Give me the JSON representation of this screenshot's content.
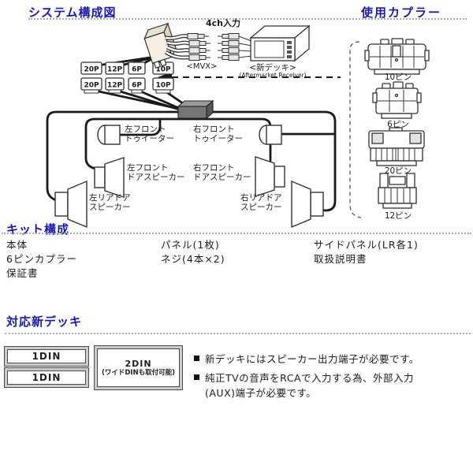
{
  "headings": {
    "system_diagram": "システム構成図",
    "used_couplers": "使用カプラー",
    "kit_contents": "キット構成",
    "compatible_decks": "対応新デッキ"
  },
  "diagram": {
    "ch_input": "4ch入力",
    "mvx": "<MVX>",
    "deck": "<新デッキ>",
    "deck_en": "(Aftermarket Receiver)",
    "plugs_top": [
      "20P",
      "12P",
      "6P",
      "10P"
    ],
    "plugs_bottom": [
      "20P",
      "12P",
      "6P",
      "10P"
    ],
    "speakers": {
      "lft": [
        "左フロント",
        "トゥイーター"
      ],
      "rft": [
        "右フロント",
        "トゥイーター"
      ],
      "lfd": [
        "左フロント",
        "ドアスピーカー"
      ],
      "rfd": [
        "右フロント",
        "ドアスピーカー"
      ],
      "lrd": [
        "左リアドア",
        "スピーカー"
      ],
      "rrd": [
        "右リアドア",
        "スピーカー"
      ]
    }
  },
  "couplers": {
    "items": [
      {
        "label": "10ピン"
      },
      {
        "label": "6ピン"
      },
      {
        "label": "20ピン"
      },
      {
        "label": "12ピン"
      }
    ]
  },
  "kit": {
    "col1": [
      "本体",
      "6ピンカプラー",
      "保証書"
    ],
    "col2": [
      "パネル(1枚)",
      "ネジ(4本×2)"
    ],
    "col3": [
      "サイドパネル(LR各1)",
      "取扱説明書"
    ]
  },
  "decks": {
    "din1a": "1DIN",
    "din1b": "1DIN",
    "din2": "2DIN",
    "din2_note": "(ワイドDINも取付可能)"
  },
  "notes": [
    "新デッキにはスピーカー出力端子が必要です。",
    "純正TVの音声をRCAで入力する為、外部入力(AUX)端子が必要です。"
  ],
  "colors": {
    "heading_blue": "#1818b8",
    "wire_black": "#1a1a1a",
    "dotted_rule": "#a9aec2"
  }
}
